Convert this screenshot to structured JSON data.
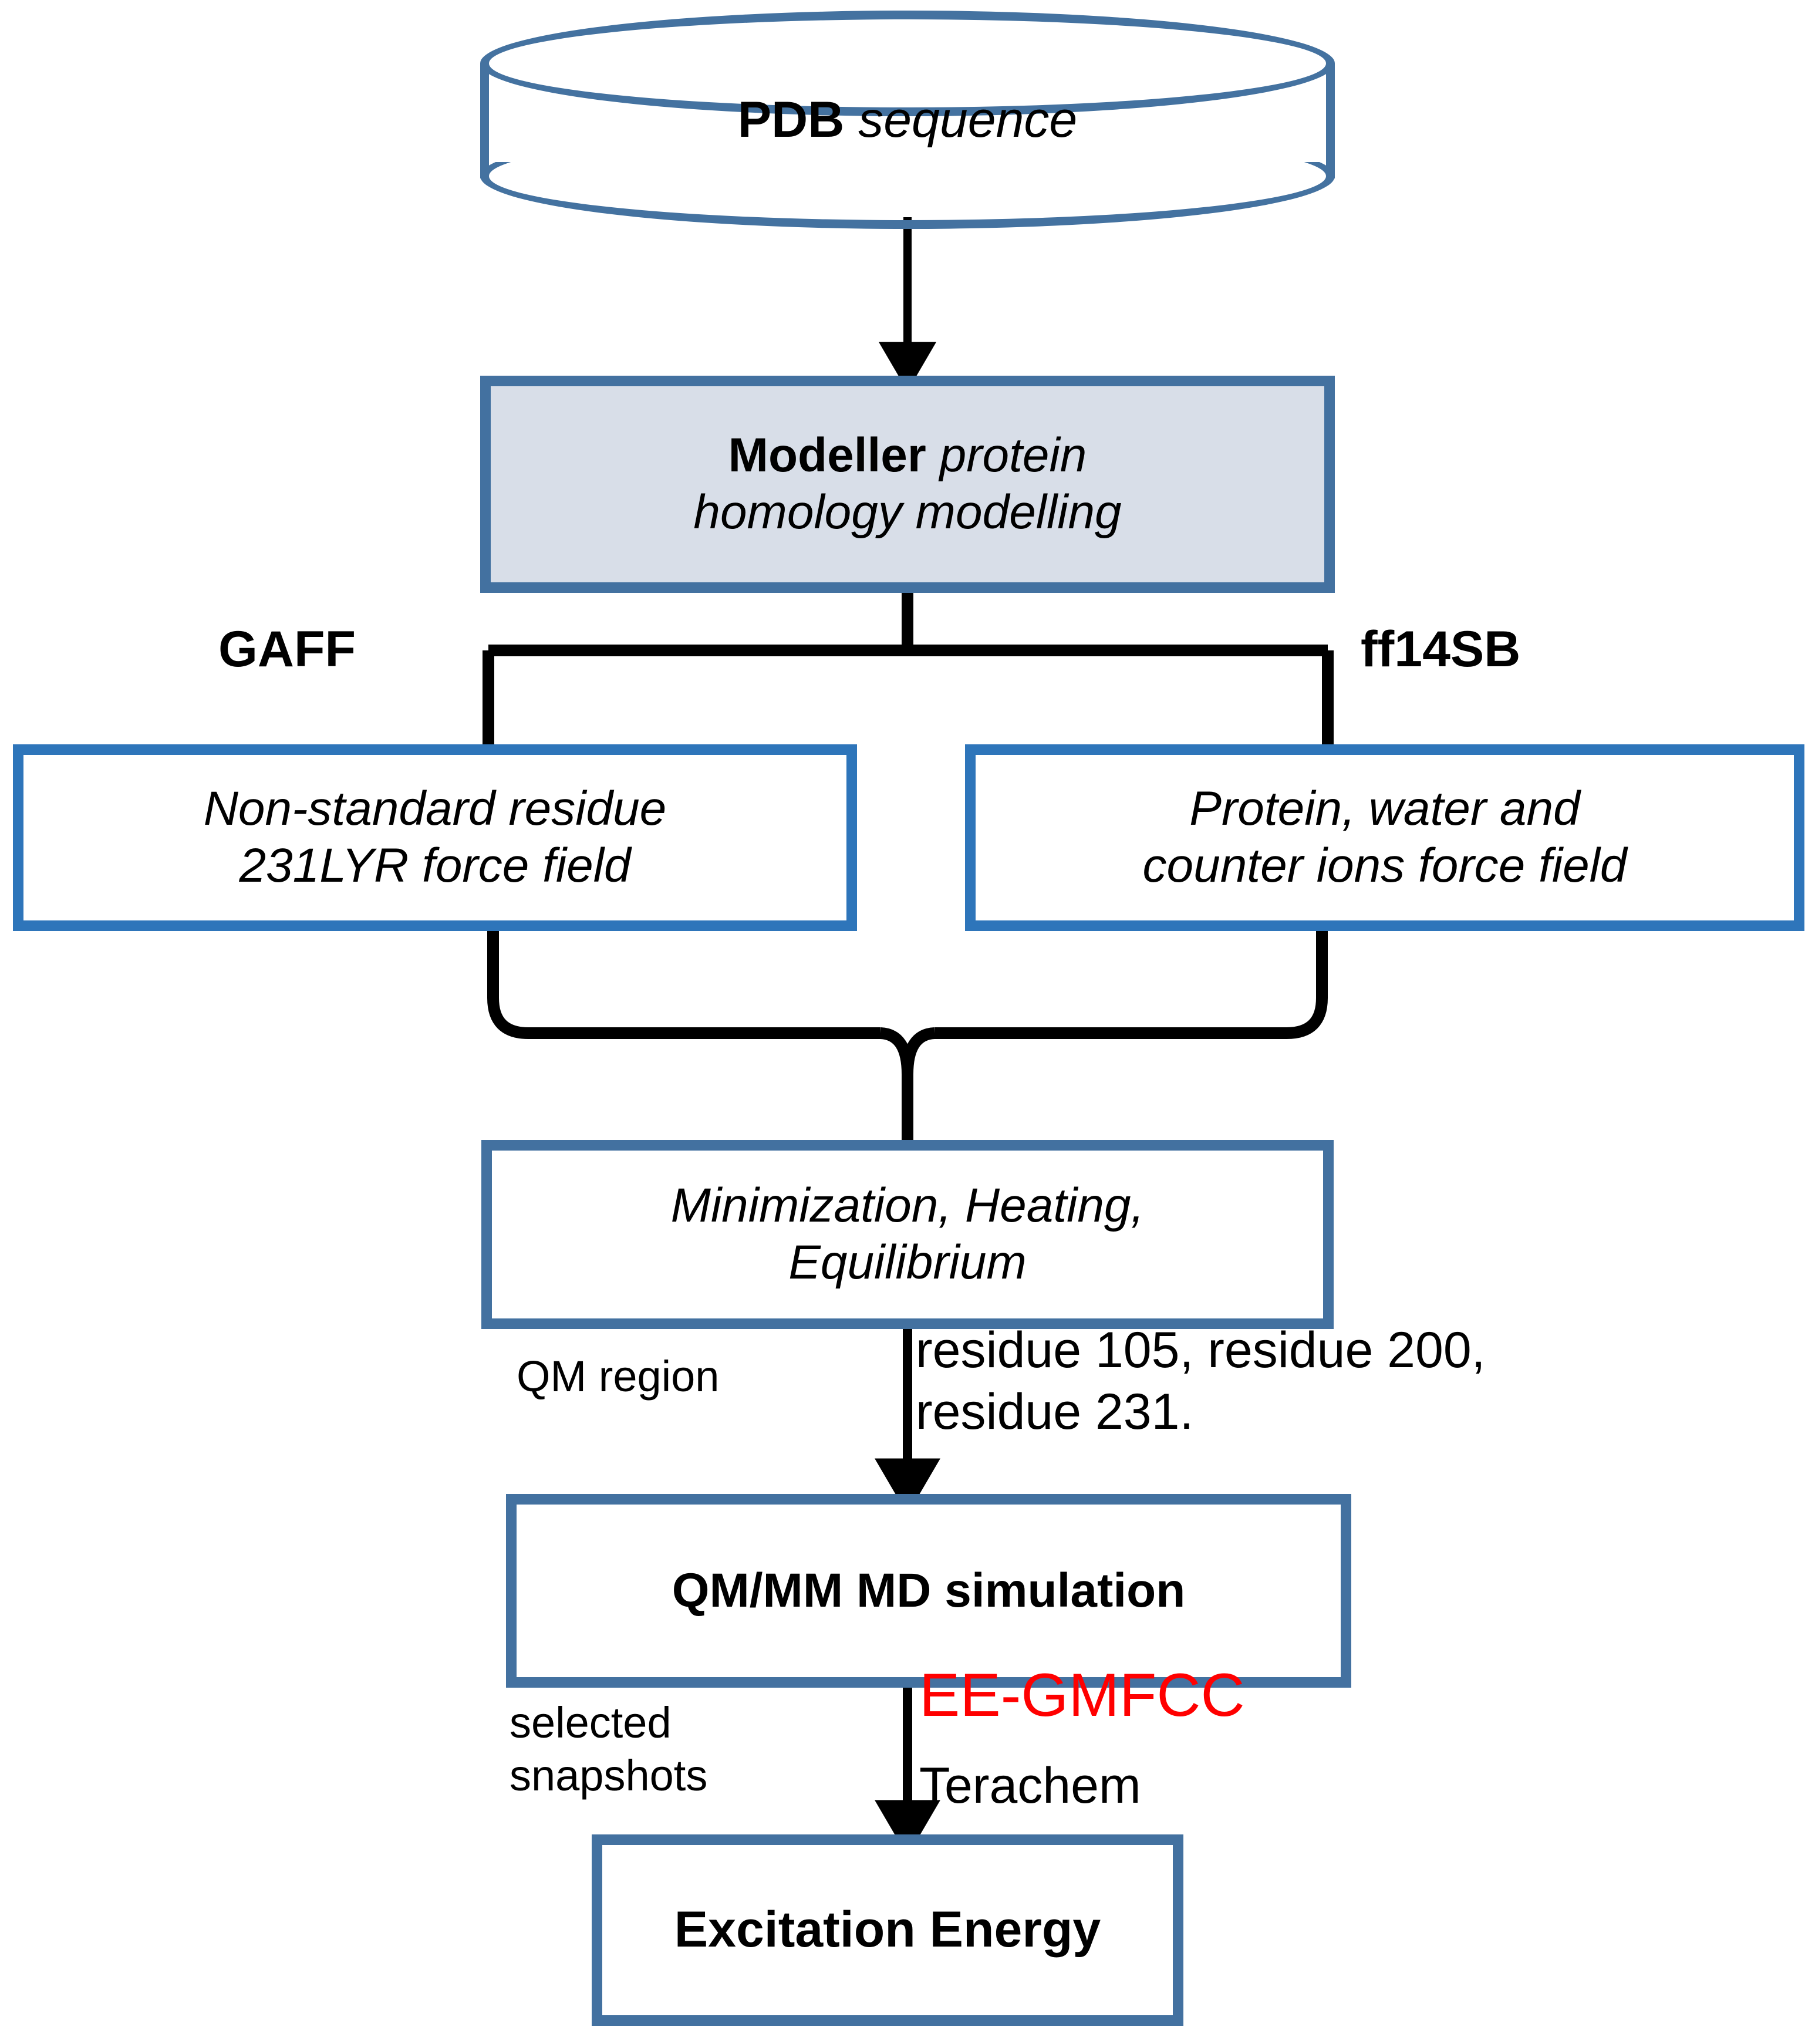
{
  "diagram": {
    "title": "QM/MM computational workflow for excitation energy",
    "type": "flowchart",
    "colors": {
      "box_border_bright_blue": "#2E75BA",
      "box_border_steel_blue": "#4371A0",
      "modeller_fill": "#D8DEE8",
      "cylinder_stroke": "#4472A0",
      "arrow_black": "#000000",
      "highlight_red": "#FF0000",
      "page_background": "#FFFFFF"
    }
  },
  "nodes": {
    "database": {
      "shape": "cylinder",
      "label_bold": "PDB",
      "label_italic": "sequence"
    },
    "modeller": {
      "shape": "rectangle",
      "fill": "light-blue-grey",
      "label_bold": "Modeller",
      "label_italic_line1": "protein",
      "label_italic_line2": "homology modelling"
    },
    "nonstandard_residue": {
      "shape": "rectangle",
      "line1": "Non-standard residue",
      "line2": "231LYR force field"
    },
    "protein_water_ions": {
      "shape": "rectangle",
      "line1": "Protein, water and",
      "line2": "counter ions force field"
    },
    "min_heat_equil": {
      "shape": "rectangle",
      "line1": "Minimization, Heating,",
      "line2": "Equilibrium"
    },
    "qmmm_md": {
      "shape": "rectangle",
      "label": "QM/MM MD simulation"
    },
    "excitation_energy": {
      "shape": "rectangle",
      "label": "Excitation Energy"
    }
  },
  "edge_labels": {
    "gaff": "GAFF",
    "ff14sb": "ff14SB",
    "qm_region": "QM region",
    "residues": "residue 105, residue 200,\nresidue 231.",
    "selected_snapshots": "selected\nsnapshots",
    "ee_gmfcc": "EE-GMFCC",
    "terachem": "Terachem"
  },
  "flow": [
    {
      "from": "database",
      "to": "modeller",
      "arrow": true
    },
    {
      "from": "modeller",
      "to": "nonstandard_residue",
      "label": "GAFF",
      "arrow": false
    },
    {
      "from": "modeller",
      "to": "protein_water_ions",
      "label": "ff14SB",
      "arrow": false
    },
    {
      "from": "nonstandard_residue",
      "to": "min_heat_equil",
      "arrow": false
    },
    {
      "from": "protein_water_ions",
      "to": "min_heat_equil",
      "arrow": false
    },
    {
      "from": "min_heat_equil",
      "to": "qmmm_md",
      "label": "QM region / residue 105, residue 200, residue 231.",
      "arrow": true
    },
    {
      "from": "qmmm_md",
      "to": "excitation_energy",
      "label": "selected snapshots / EE-GMFCC Terachem",
      "arrow": true
    }
  ]
}
